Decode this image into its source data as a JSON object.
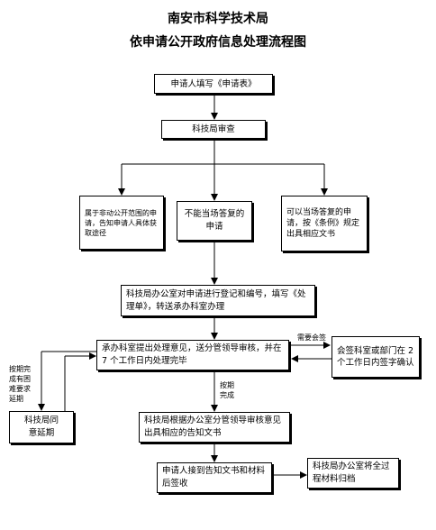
{
  "title_line1": "南安市科学技术局",
  "title_line2": "依申请公开政府信息处理流程图",
  "nodes": {
    "apply": "申请人填写《申请表》",
    "review": "科技局审查",
    "not_in_scope": "属于非动公开范围的申请，告知申请人具体获取途径",
    "cannot_reply": "不能当场答复的申请",
    "can_reply": "可以当场答复的申请，按《条例》规定出具相应文书",
    "register": "科技局办公室对申请进行登记和编号，填写《处理单》，转送承办科室办理",
    "handle": "承办科室提出处理意见，送分管领导审核，并在 7 个工作日内处理完毕",
    "cosign": "会签科室或部门在 2 个工作日内签字确认",
    "extend": "科技局同意延期",
    "notice": "科技局根据办公室分管领导审核意见出具相应的告知文书",
    "receive": "申请人接到告知文书和材料后签收",
    "archive": "科技局办公室将全过程材料归档"
  },
  "labels": {
    "need_cosign": "需要会签",
    "overdue": "按期完成有困难要求延期",
    "on_time": "按期完成"
  }
}
